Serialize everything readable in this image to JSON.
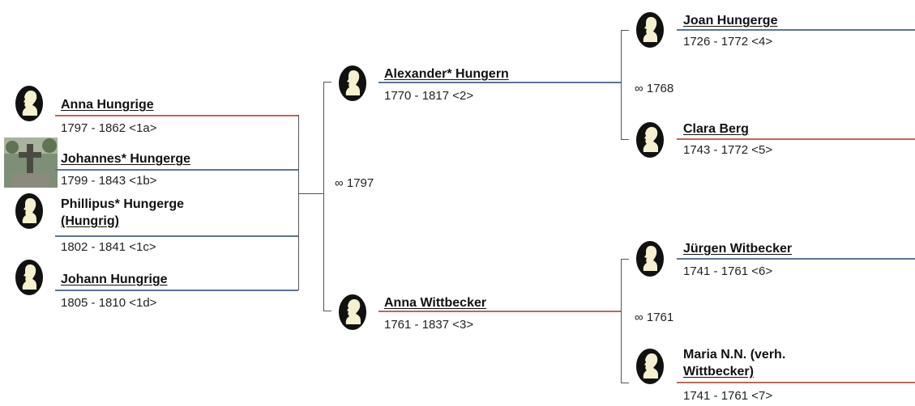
{
  "children": [
    {
      "name": "Anna Hungrige",
      "dates": "1797 - 1862 <1a>"
    },
    {
      "name": "Johannes* Hungerge",
      "dates": "1799 - 1843 <1b>"
    },
    {
      "name_line1": "Phillipus* Hungerge",
      "name_line2": "(Hungrig)",
      "dates": "1802 - 1841 <1c>"
    },
    {
      "name": "Johann Hungrige",
      "dates": "1805 - 1810 <1d>"
    }
  ],
  "parents": {
    "father": {
      "name": "Alexander* Hungern",
      "dates": "1770 - 1817 <2>"
    },
    "mother": {
      "name": "Anna Wittbecker",
      "dates": "1761 - 1837 <3>"
    },
    "marriage": "∞ 1797"
  },
  "grandparents_paternal": {
    "father": {
      "name": "Joan Hungerge",
      "dates": "1726 - 1772 <4>"
    },
    "mother": {
      "name": "Clara Berg",
      "dates": "1743 - 1772 <5>"
    },
    "marriage": "∞ 1768"
  },
  "grandparents_maternal": {
    "father": {
      "name": "Jürgen Witbecker",
      "dates": "1741 - 1761 <6>"
    },
    "mother": {
      "name_line1": "Maria N.N. (verh.",
      "name_line2": "Wittbecker)",
      "dates": "1741 - 1761 <7>"
    },
    "marriage": "∞ 1761"
  },
  "colors": {
    "male_line": "#5b7591",
    "female_line": "#b86a5a",
    "connector": "#555555"
  },
  "icons": {
    "female": "female-silhouette-icon",
    "male": "male-silhouette-icon",
    "photo": "grave-photo-thumbnail"
  }
}
